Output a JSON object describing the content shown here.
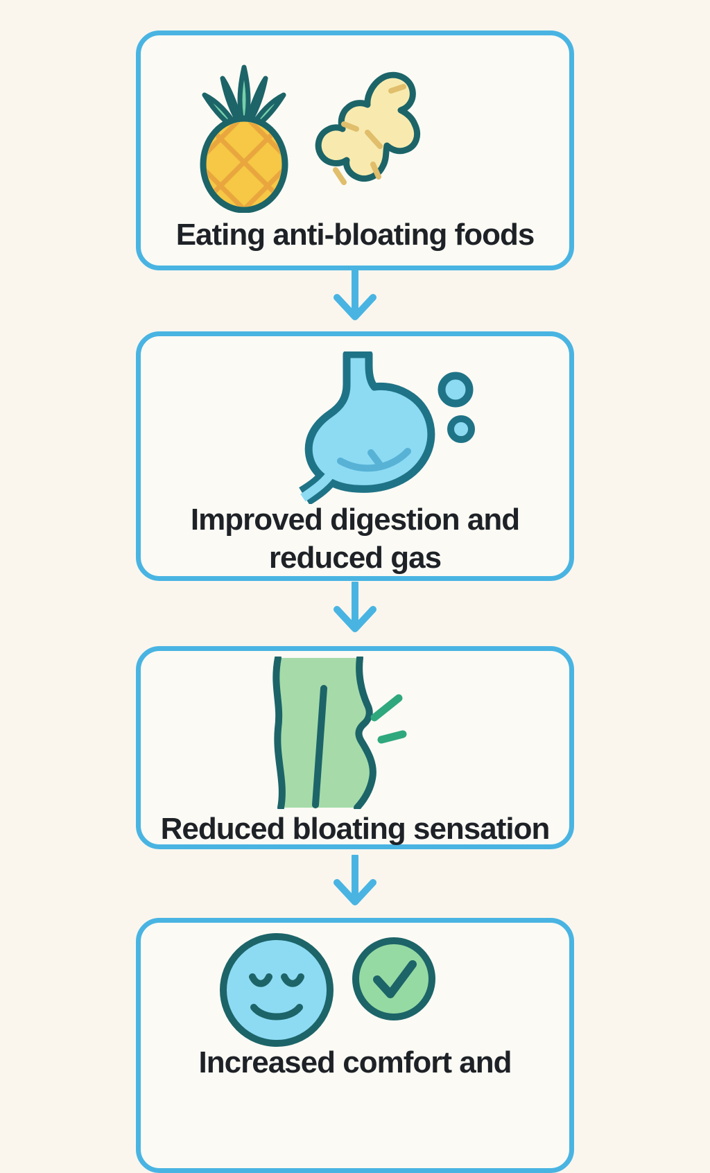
{
  "diagram": {
    "type": "vertical-flowchart",
    "flow_direction": "top-to-bottom",
    "steps": [
      {
        "label": "Eating anti-bloating foods",
        "icons": [
          "pineapple-icon",
          "ginger-root-icon"
        ]
      },
      {
        "label": "Improved digestion and reduced gas",
        "icons": [
          "stomach-icon",
          "gas-bubbles-icon"
        ]
      },
      {
        "label": "Reduced bloating sensation",
        "icons": [
          "belly-profile-icon",
          "relief-lines-icon"
        ]
      },
      {
        "label": "Increased comfort and",
        "icons": [
          "calm-face-icon",
          "check-circle-icon"
        ],
        "note": "label continues below the visible bottom edge of the screenshot"
      }
    ],
    "connector": "down-arrow"
  },
  "colors": {
    "accent": "#49B4E2",
    "page-bg": "#FAF6EE",
    "box-bg": "#FBFAF5",
    "text": "#1E2227",
    "outline-teal": "#1C6468",
    "leaf-green": "#76CFAA",
    "pineapple-body": "#F6C845",
    "pineapple-lattice": "#E9A63E",
    "ginger-fill": "#F8EAAE",
    "ginger-dash": "#E0BE6B",
    "stomach-fill": "#8DDBF3",
    "stomach-outline": "#1F7386",
    "stomach-inner": "#57B2D6",
    "belly-fill": "#A6DBA9",
    "relief-green": "#2FA87E",
    "face-fill": "#8DDBF3",
    "check-fill": "#96DAA3"
  }
}
